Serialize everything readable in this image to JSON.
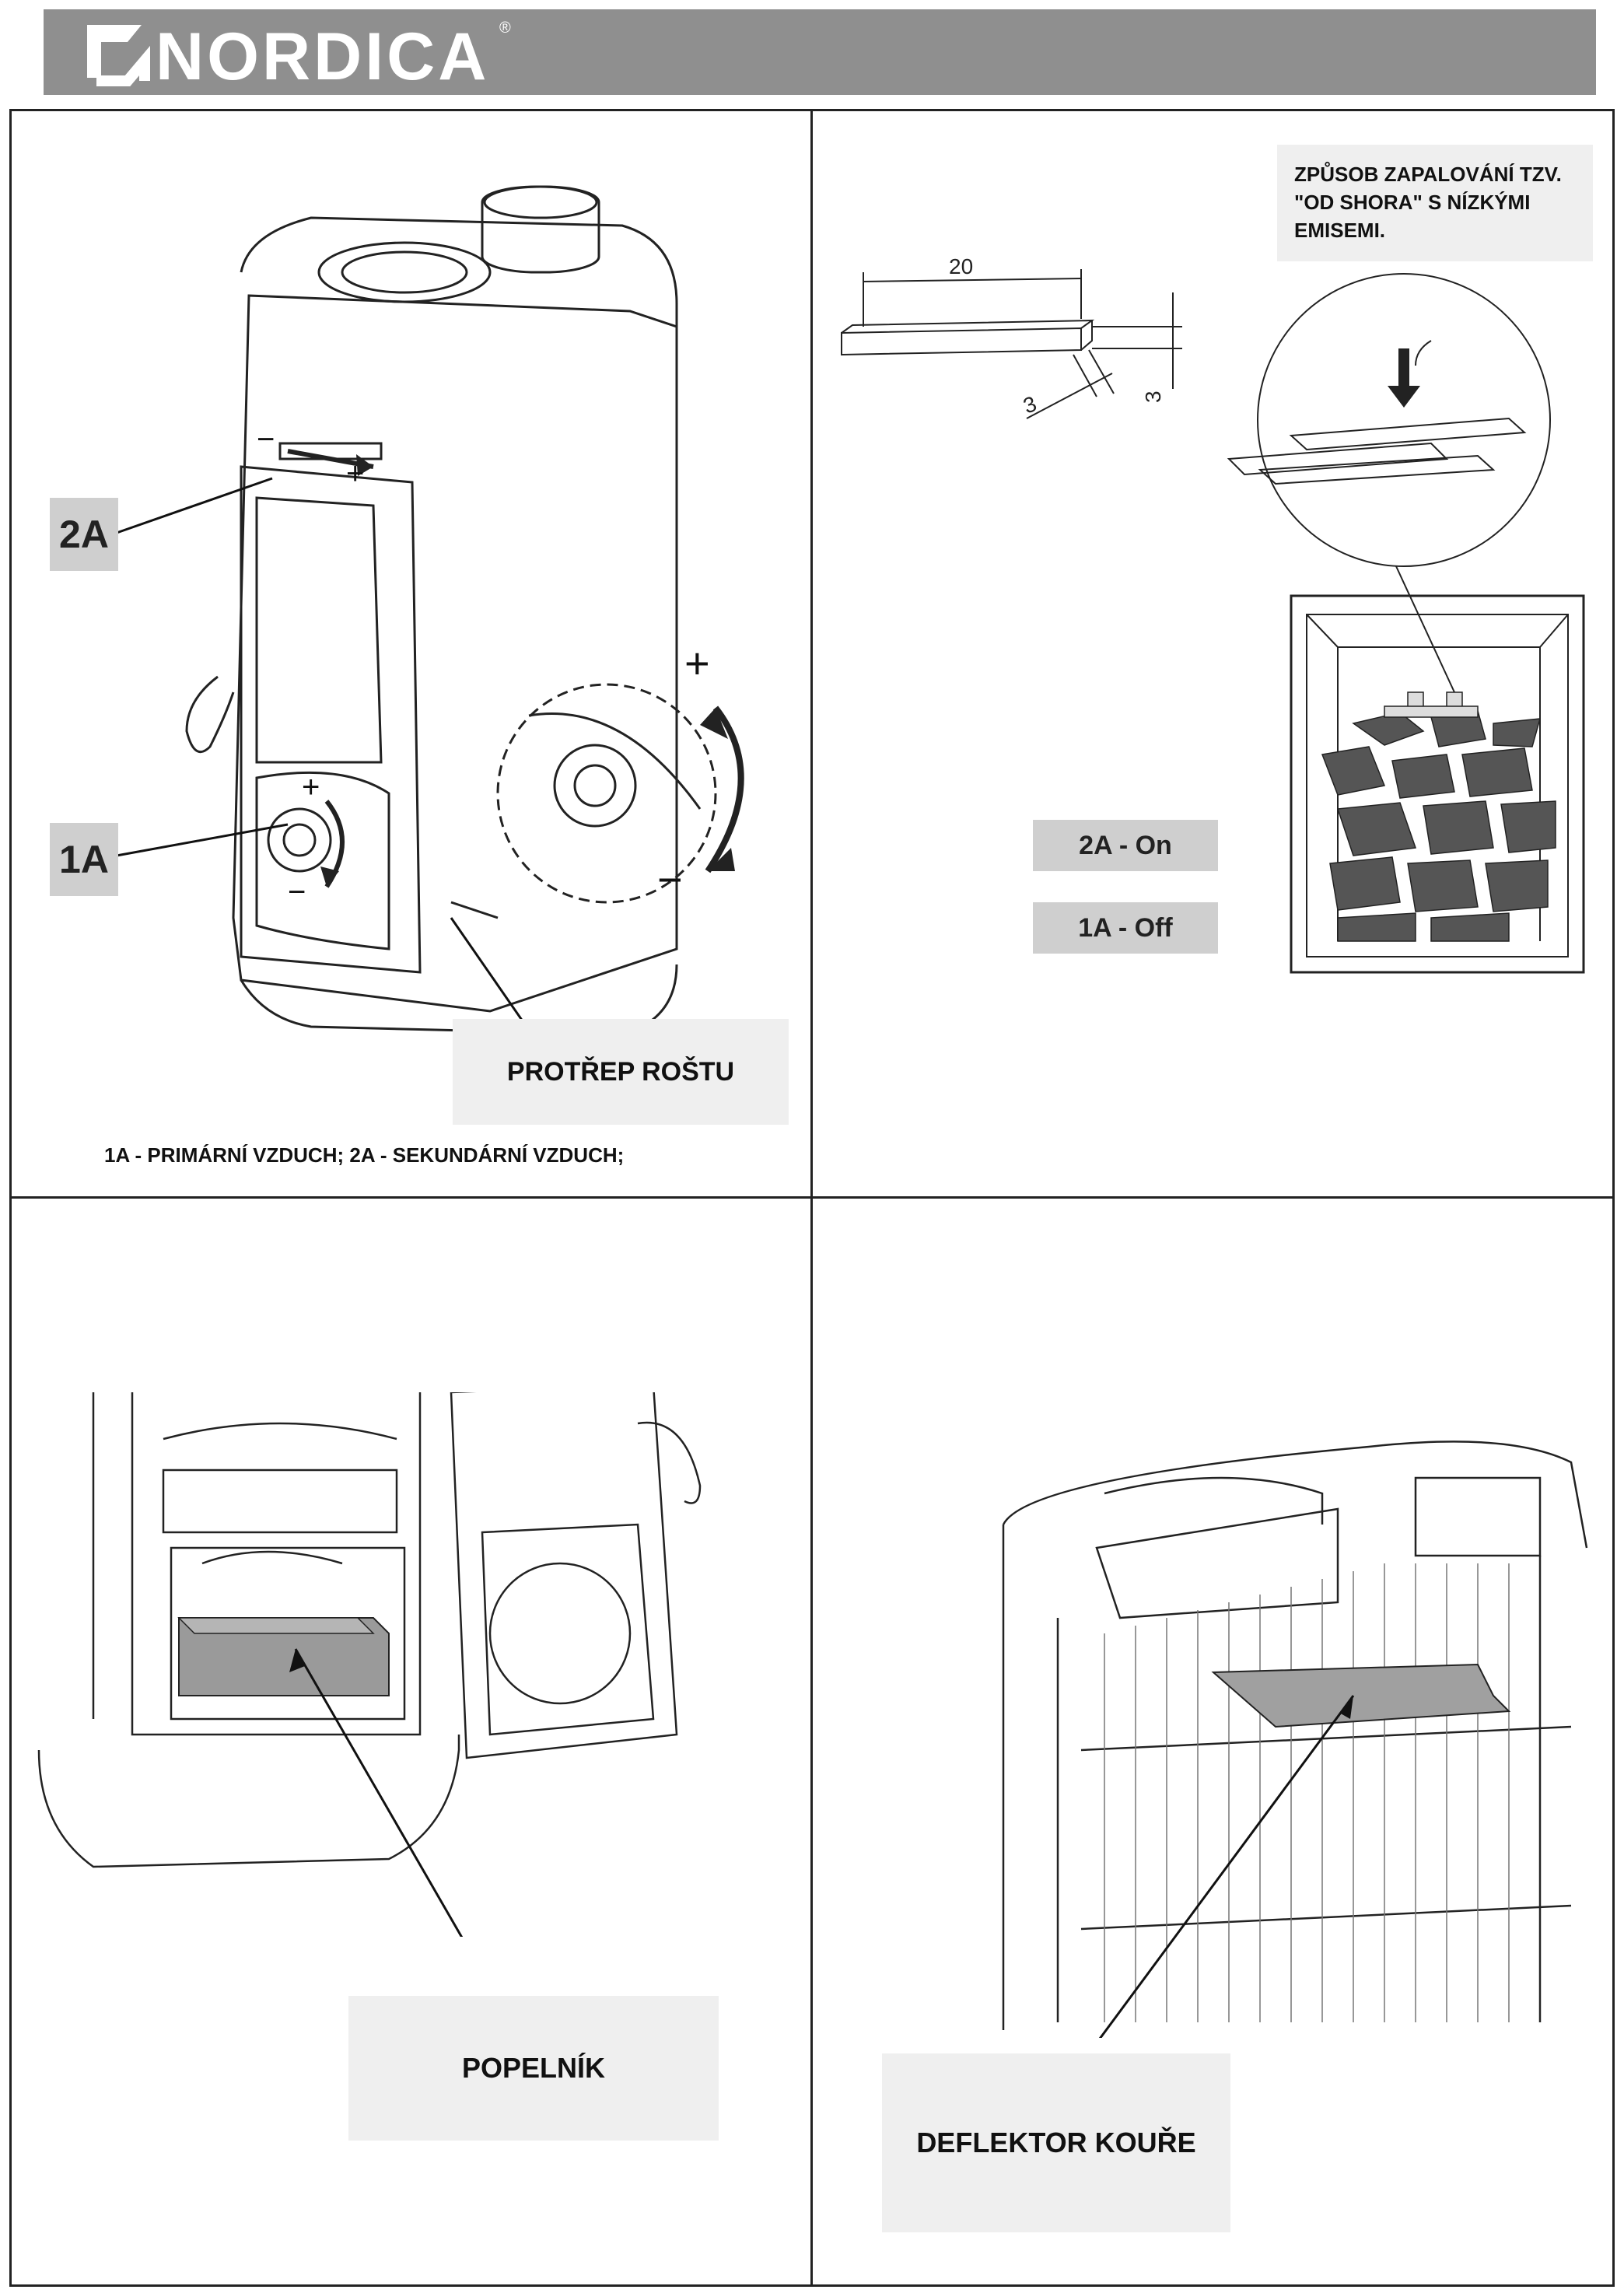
{
  "header": {
    "brand": "NORDICA",
    "registered_mark": "®",
    "bar_color": "#8f8f8f"
  },
  "panel1": {
    "label_2a": "2A",
    "label_1a": "1A",
    "plus": "+",
    "minus": "−",
    "grate_shaker_label": "PROTŘEP ROŠTU",
    "caption": "1A - PRIMÁRNÍ VZDUCH; 2A - SEKUNDÁRNÍ VZDUCH;"
  },
  "panel2": {
    "note": "ZPŮSOB ZAPALOVÁNÍ TZV. \"OD SHORA\" S NÍZKÝMI EMISEMI.",
    "dim_length": "20",
    "dim_width": "3",
    "dim_height": "3",
    "setting_2a": "2A - On",
    "setting_1a": "1A - Off"
  },
  "panel3": {
    "ashpan_label": "POPELNÍK"
  },
  "panel4": {
    "deflector_label": "DEFLEKTOR KOUŘE"
  },
  "colors": {
    "label_box_bg": "#efefef",
    "tag_box_bg": "#cfcfcf",
    "line": "#222222"
  }
}
